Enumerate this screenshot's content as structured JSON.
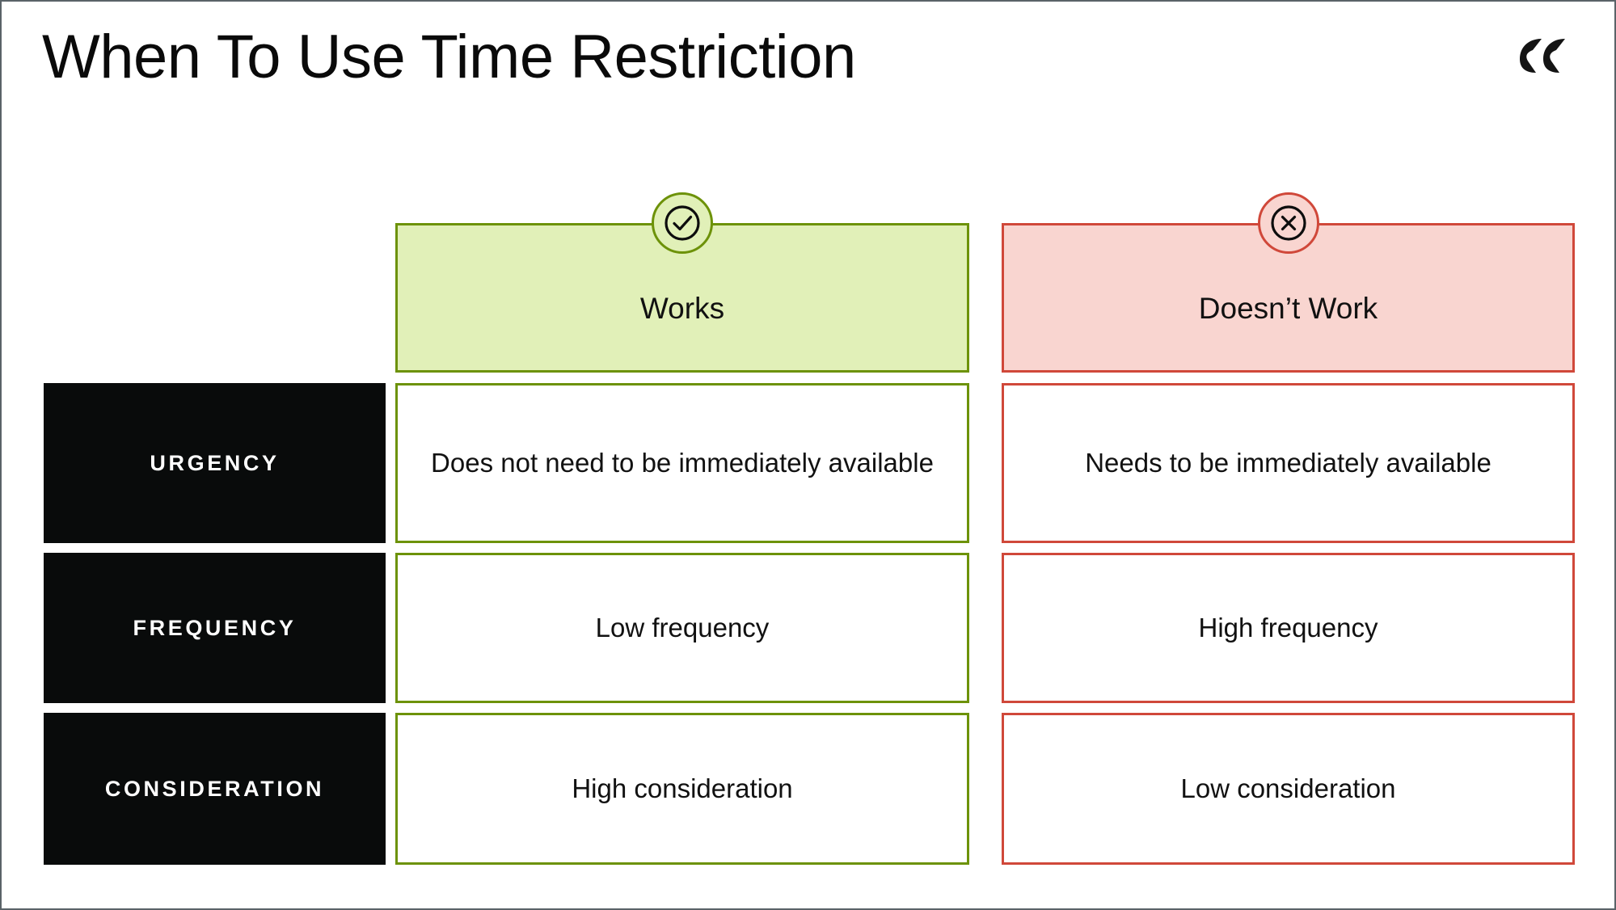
{
  "page": {
    "title": "When To Use Time Restriction",
    "logo_name": "rival-double-chevron-logo"
  },
  "matrix": {
    "columns": [
      {
        "id": "works",
        "label": "Works",
        "icon": "check-circle-icon",
        "fill": "#e1f0b8",
        "border": "#6d9209"
      },
      {
        "id": "fails",
        "label": "Doesn’t Work",
        "icon": "x-circle-icon",
        "fill": "#f9d5d0",
        "border": "#d0483a"
      }
    ],
    "rows": [
      {
        "label": "URGENCY",
        "works": "Does not need to be immediately available",
        "fails": "Needs to be immediately available"
      },
      {
        "label": "FREQUENCY",
        "works": "Low frequency",
        "fails": "High frequency"
      },
      {
        "label": "CONSIDERATION",
        "works": "High consideration",
        "fails": "Low consideration"
      }
    ]
  }
}
